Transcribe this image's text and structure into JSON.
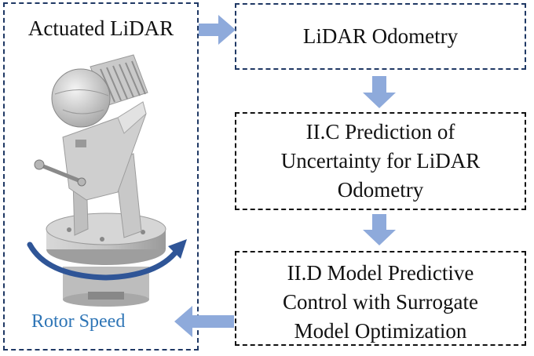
{
  "left_panel": {
    "title": "Actuated LiDAR",
    "output_label": "Rotor Speed"
  },
  "blocks": {
    "lidar_odometry": "LiDAR Odometry",
    "uncertainty_lines": [
      "II.C Prediction of",
      "Uncertainty for LiDAR",
      "Odometry"
    ],
    "mpc_lines": [
      "II.D Model Predictive",
      "Control with Surrogate",
      "Model Optimization"
    ]
  },
  "colors": {
    "arrow": "#8eaadb",
    "rotor_text": "#2e75b6",
    "rotation_arrow": "#2f5597"
  }
}
